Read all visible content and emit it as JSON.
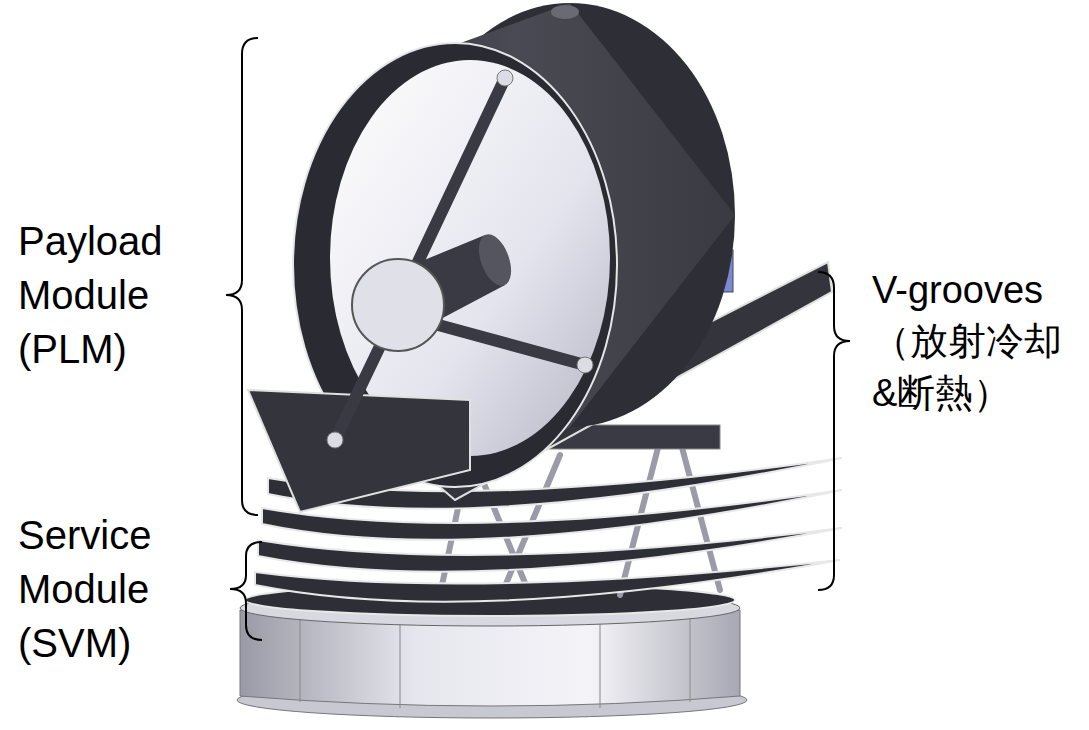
{
  "diagram": {
    "labels": [
      "Payload Module (PLM)",
      "Service Module (SVM)",
      "V-grooves （放射冷却 &断熱）"
    ]
  }
}
